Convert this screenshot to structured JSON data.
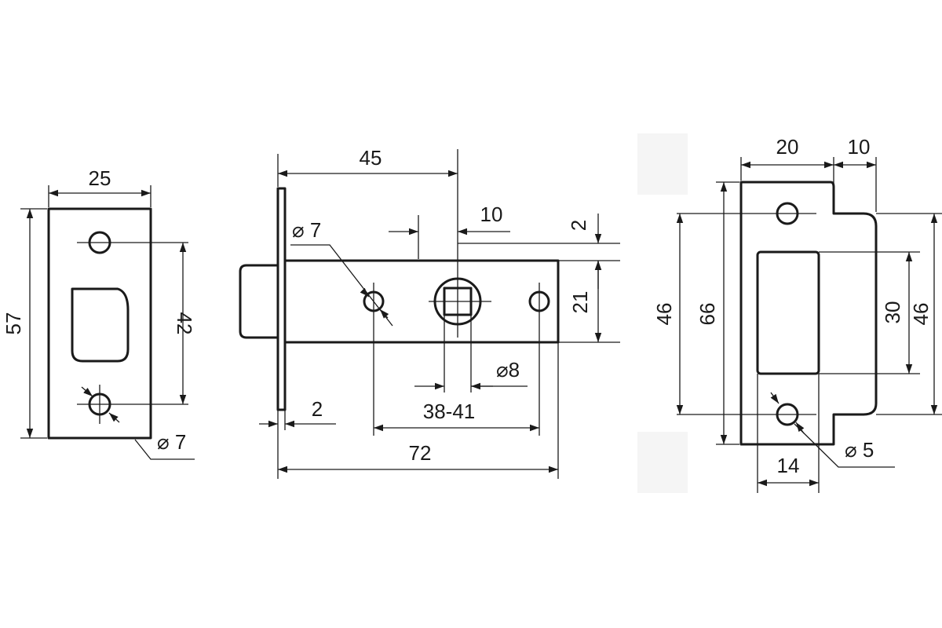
{
  "strike_plate": {
    "width": "25",
    "height": "57",
    "hole_spacing": "42",
    "hole_diameter": "⌀ 7"
  },
  "latch": {
    "backset": "45",
    "spindle_offset": "10",
    "face_offset": "2",
    "body_height": "21",
    "hole_diameter": "⌀ 7",
    "spindle_square": "⌀8",
    "hole_spacing": "38-41",
    "faceplate_thickness": "2",
    "total_length": "72"
  },
  "keeper": {
    "width": "20",
    "lip": "10",
    "hole_spacing": "46",
    "height": "66",
    "opening_height": "30",
    "lip_height": "46",
    "hole_diameter": "⌀ 5",
    "opening_offset": "14"
  }
}
